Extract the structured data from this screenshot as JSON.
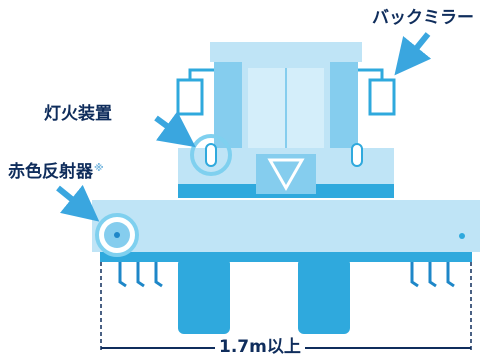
{
  "labels": {
    "rear_mirror": "バックミラー",
    "lighting_device": "灯火装置",
    "red_reflector": "赤色反射器",
    "reflector_note_mark": "※",
    "width_dimension": "1.7m以上"
  },
  "colors": {
    "light_blue": "#bfe4f6",
    "mid_blue": "#85cdee",
    "deep_cyan": "#2fa9dd",
    "dark_blue": "#1e87c8",
    "label_text": "#0f2d5c",
    "arrow": "#3aa6df"
  }
}
